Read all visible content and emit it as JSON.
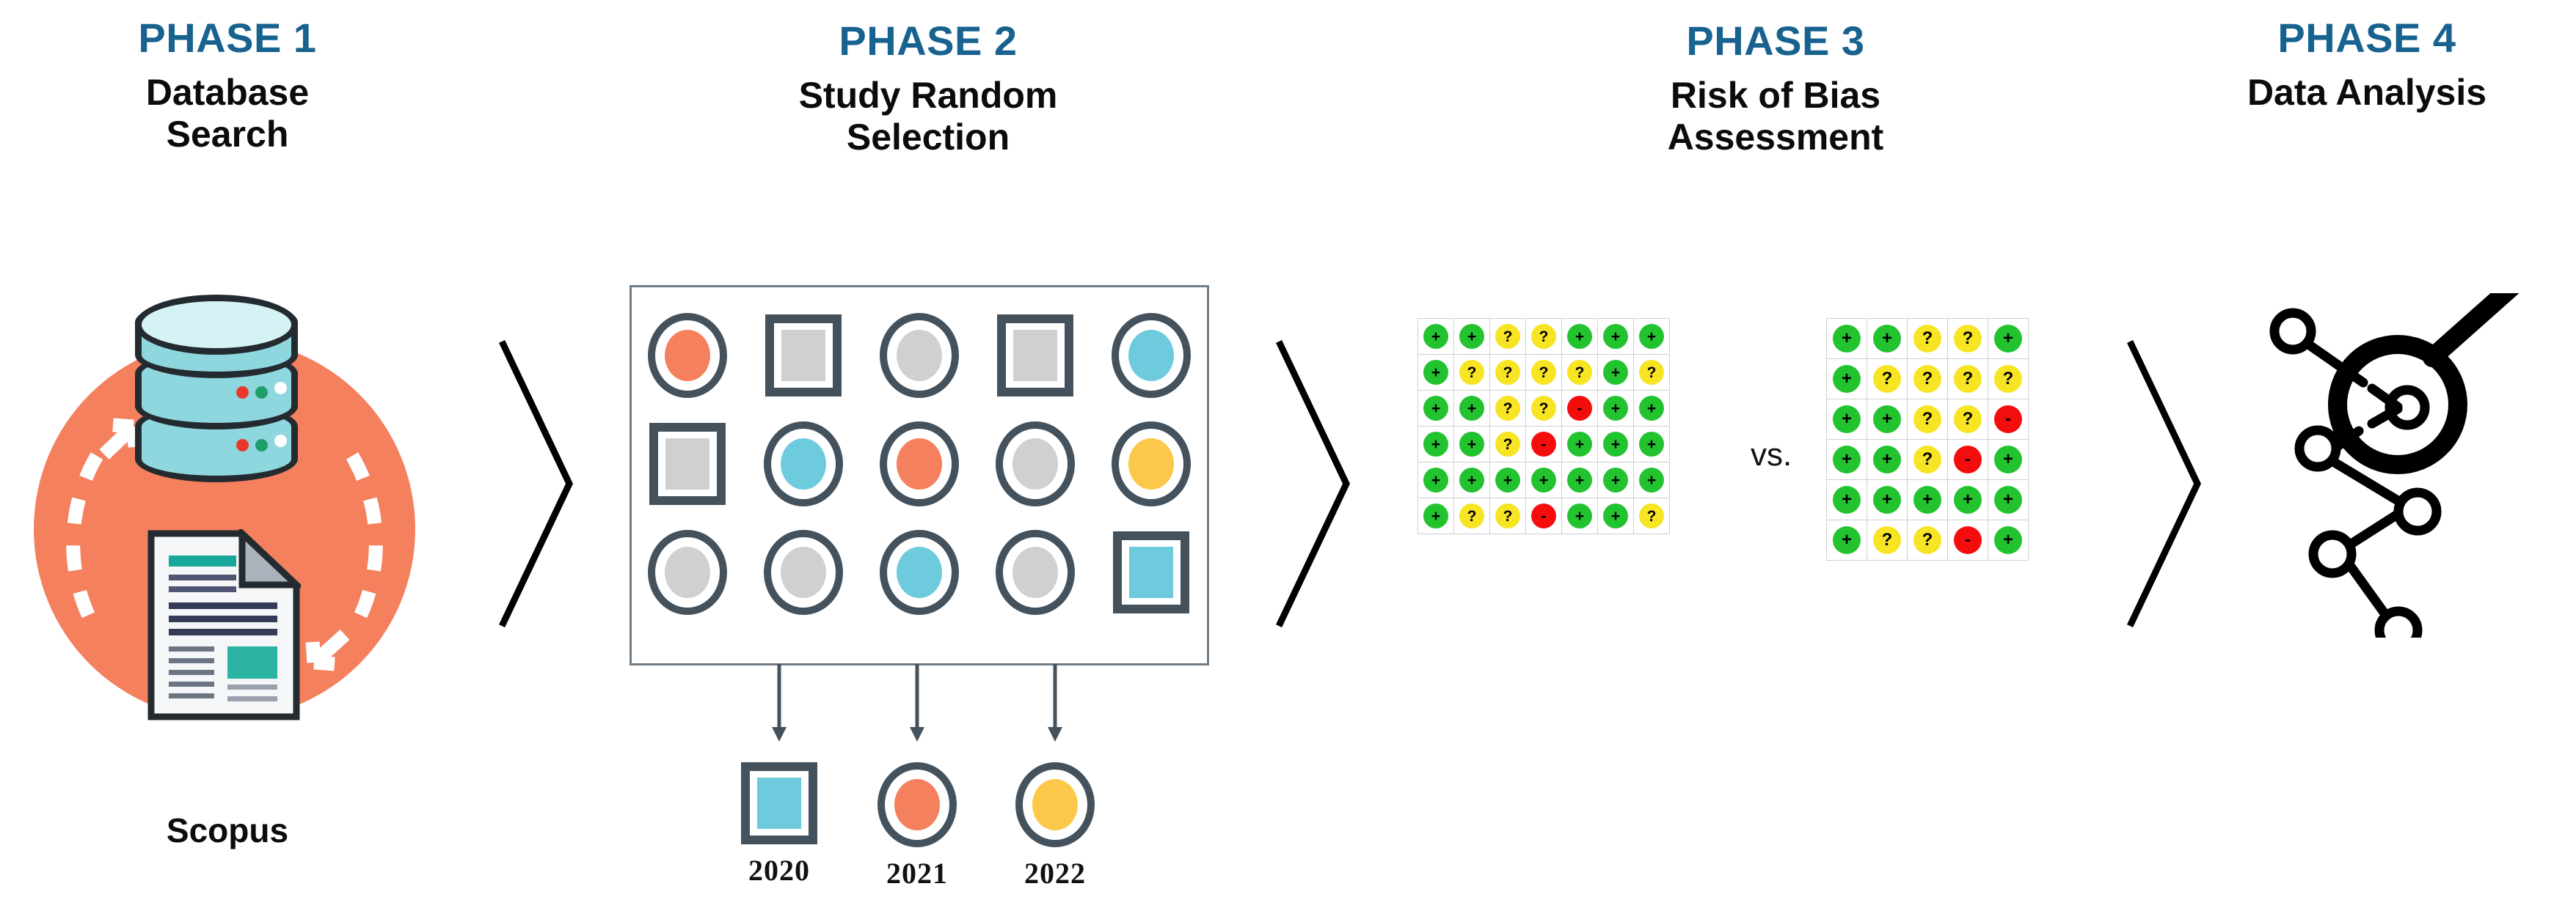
{
  "diagram": {
    "title_flow": "Four phase systematic review workflow",
    "accent_blue": "#17628f",
    "coral": "#f4805e",
    "teal": "#6ecbdd",
    "yellow": "#fbc84a",
    "grey": "#cfd0d2",
    "slate": "#44525e",
    "green": "#22c32e",
    "rob_yellow": "#f7e423",
    "red": "#f40d0d"
  },
  "phases": [
    {
      "kicker": "PHASE 1",
      "title_line1": "Database",
      "title_line2": "Search",
      "caption": "Scopus"
    },
    {
      "kicker": "PHASE 2",
      "title_line1": "Study Random",
      "title_line2": "Selection",
      "caption": ""
    },
    {
      "kicker": "PHASE 3",
      "title_line1": "Risk of Bias",
      "title_line2": "Assessment",
      "caption": ""
    },
    {
      "kicker": "PHASE 4",
      "title_line1": "Data Analysis",
      "title_line2": "",
      "caption": ""
    }
  ],
  "phase2": {
    "grid_rows": 3,
    "grid_cols": 5,
    "shapes": [
      [
        {
          "shape": "circle",
          "fill": "#f4805e"
        },
        {
          "shape": "square",
          "fill": "#cfd0d2"
        },
        {
          "shape": "circle",
          "fill": "#cfd0d2"
        },
        {
          "shape": "square",
          "fill": "#cfd0d2"
        },
        {
          "shape": "circle",
          "fill": "#6ecbdd"
        }
      ],
      [
        {
          "shape": "square",
          "fill": "#cfd0d2"
        },
        {
          "shape": "circle",
          "fill": "#6ecbdd"
        },
        {
          "shape": "circle",
          "fill": "#f4805e"
        },
        {
          "shape": "circle",
          "fill": "#cfd0d2"
        },
        {
          "shape": "circle",
          "fill": "#fbc84a"
        }
      ],
      [
        {
          "shape": "circle",
          "fill": "#cfd0d2"
        },
        {
          "shape": "circle",
          "fill": "#cfd0d2"
        },
        {
          "shape": "circle",
          "fill": "#6ecbdd"
        },
        {
          "shape": "circle",
          "fill": "#cfd0d2"
        },
        {
          "shape": "square",
          "fill": "#6ecbdd"
        }
      ]
    ],
    "selected": [
      {
        "year": "2020",
        "shape": "square",
        "fill": "#6ecbdd"
      },
      {
        "year": "2021",
        "shape": "circle",
        "fill": "#f4805e"
      },
      {
        "year": "2022",
        "shape": "circle",
        "fill": "#fbc84a"
      }
    ]
  },
  "phase3": {
    "vs_label": "vs.",
    "legend": {
      "plus": "+",
      "question": "?",
      "minus": "-"
    },
    "grid_a": {
      "cols": 7,
      "rows": 6,
      "cells": [
        [
          "plus",
          "plus",
          "question",
          "question",
          "plus",
          "plus",
          "plus"
        ],
        [
          "plus",
          "question",
          "question",
          "question",
          "question",
          "plus",
          "question"
        ],
        [
          "plus",
          "plus",
          "question",
          "question",
          "minus",
          "plus",
          "plus"
        ],
        [
          "plus",
          "plus",
          "question",
          "minus",
          "plus",
          "plus",
          "plus"
        ],
        [
          "plus",
          "plus",
          "plus",
          "plus",
          "plus",
          "plus",
          "plus"
        ],
        [
          "plus",
          "question",
          "question",
          "minus",
          "plus",
          "plus",
          "question"
        ]
      ]
    },
    "grid_b": {
      "cols": 5,
      "rows": 6,
      "cells": [
        [
          "plus",
          "plus",
          "question",
          "question",
          "plus"
        ],
        [
          "plus",
          "question",
          "question",
          "question",
          "question"
        ],
        [
          "plus",
          "plus",
          "question",
          "question",
          "minus"
        ],
        [
          "plus",
          "plus",
          "question",
          "minus",
          "plus"
        ],
        [
          "plus",
          "plus",
          "plus",
          "plus",
          "plus"
        ],
        [
          "plus",
          "question",
          "question",
          "minus",
          "plus"
        ]
      ]
    }
  },
  "phase1": {
    "database_icon": "stacked-database-cylinders",
    "document_icon": "document-with-folded-corner",
    "cycle_icon": "dashed-circular-arrows"
  },
  "phase4": {
    "icon": "magnifier-over-network-nodes"
  }
}
